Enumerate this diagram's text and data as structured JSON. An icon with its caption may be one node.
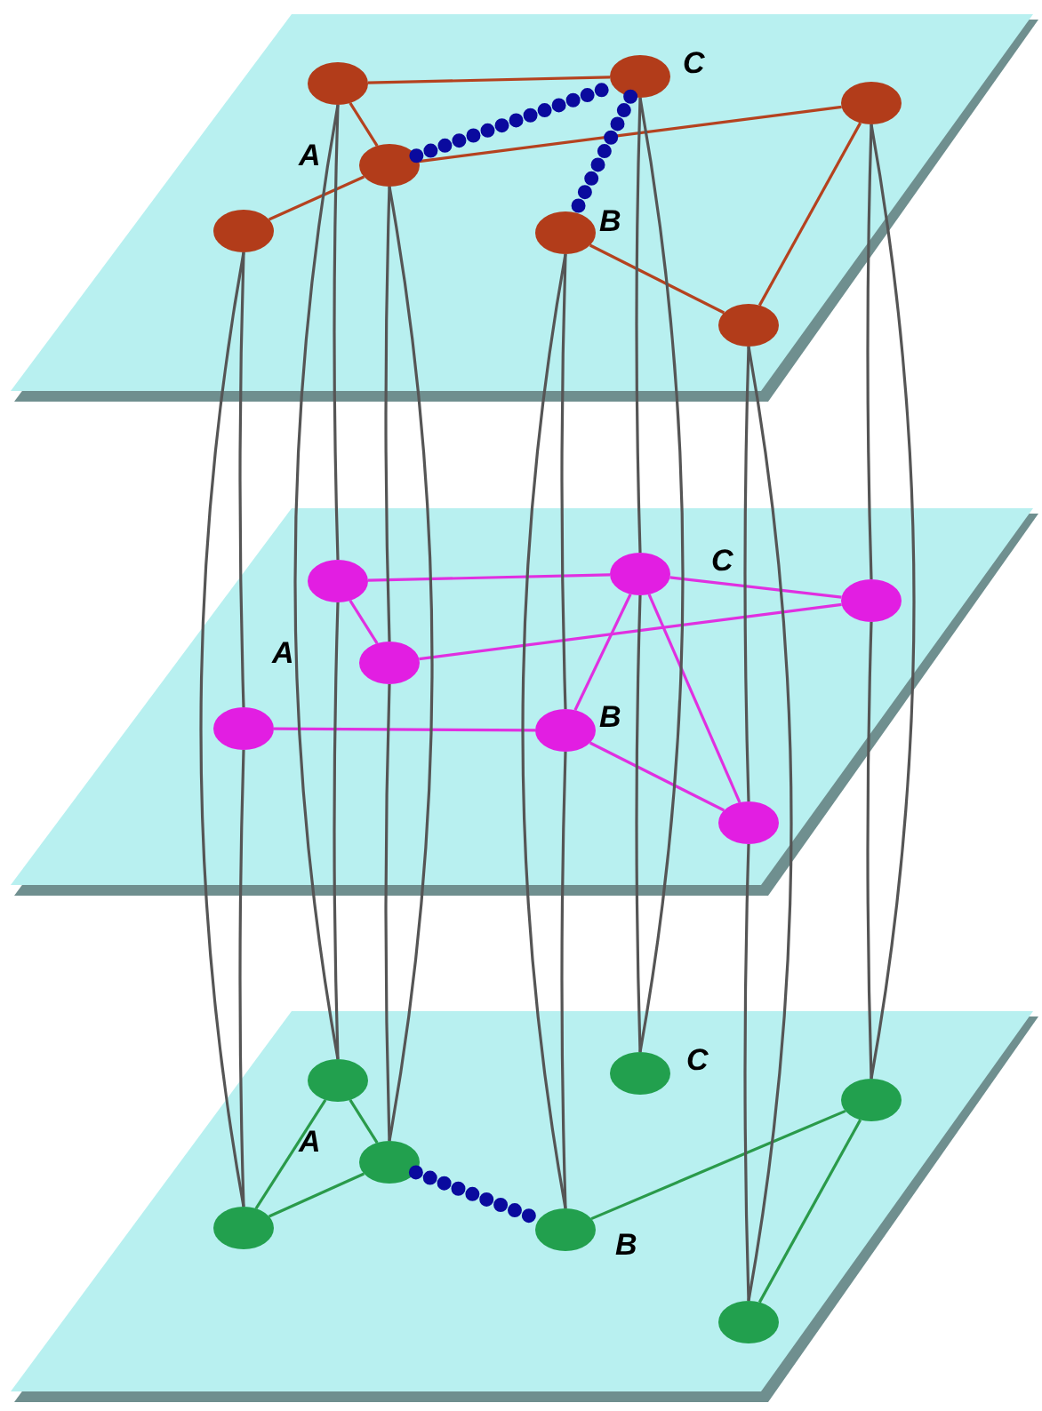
{
  "diagram": {
    "nodes": [
      {
        "text": [],
        "shape": "box"
      },
      {
        "text": [],
        "shape": "ellipse",
        "in": 0
      },
      {
        "text": [],
        "shape": "ellipse",
        "in": 0,
        "beside": [
          "C"
        ]
      },
      {
        "text": [],
        "shape": "ellipse",
        "in": 0
      },
      {
        "text": [],
        "shape": "ellipse",
        "in": 0,
        "beside": [
          "A"
        ]
      },
      {
        "text": [],
        "shape": "ellipse",
        "in": 0
      },
      {
        "text": [],
        "shape": "ellipse",
        "in": 0,
        "beside": [
          "B"
        ]
      },
      {
        "text": [],
        "shape": "ellipse",
        "in": 0
      },
      {
        "text": [],
        "shape": "box"
      },
      {
        "text": [],
        "shape": "ellipse",
        "in": 8
      },
      {
        "text": [],
        "shape": "ellipse",
        "in": 8,
        "beside": [
          "C"
        ]
      },
      {
        "text": [],
        "shape": "ellipse",
        "in": 8
      },
      {
        "text": [],
        "shape": "ellipse",
        "in": 8,
        "beside": [
          "A"
        ]
      },
      {
        "text": [],
        "shape": "ellipse",
        "in": 8
      },
      {
        "text": [],
        "shape": "ellipse",
        "in": 8,
        "beside": [
          "B"
        ]
      },
      {
        "text": [],
        "shape": "ellipse",
        "in": 8
      },
      {
        "text": [],
        "shape": "box"
      },
      {
        "text": [],
        "shape": "ellipse",
        "in": 16
      },
      {
        "text": [],
        "shape": "ellipse",
        "in": 16,
        "beside": [
          "C"
        ]
      },
      {
        "text": [],
        "shape": "ellipse",
        "in": 16
      },
      {
        "text": [],
        "shape": "ellipse",
        "in": 16,
        "beside": [
          "A"
        ]
      },
      {
        "text": [],
        "shape": "ellipse",
        "in": 16
      },
      {
        "text": [],
        "shape": "ellipse",
        "in": 16,
        "beside": [
          "B"
        ]
      },
      {
        "text": [],
        "shape": "ellipse",
        "in": 16
      }
    ],
    "edges": [
      {
        "from": 1,
        "to": 2,
        "arrow": "none",
        "color": "#b5421f"
      },
      {
        "from": 1,
        "to": 4,
        "arrow": "none",
        "color": "#b5421f"
      },
      {
        "from": 4,
        "to": 3,
        "arrow": "none",
        "color": "#b5421f"
      },
      {
        "from": 4,
        "to": 5,
        "arrow": "none",
        "color": "#b5421f"
      },
      {
        "from": 6,
        "to": 7,
        "arrow": "none",
        "color": "#b5421f"
      },
      {
        "from": 7,
        "to": 3,
        "arrow": "none",
        "color": "#b5421f"
      },
      {
        "from": 4,
        "to": 2,
        "arrow": "none",
        "style": "dashed",
        "color": "#0a0a9e"
      },
      {
        "from": 2,
        "to": 6,
        "arrow": "none",
        "style": "dashed",
        "color": "#0a0a9e"
      },
      {
        "from": 9,
        "to": 10,
        "arrow": "none",
        "color": "#e030e0"
      },
      {
        "from": 9,
        "to": 12,
        "arrow": "none",
        "color": "#e030e0"
      },
      {
        "from": 10,
        "to": 11,
        "arrow": "none",
        "color": "#e030e0"
      },
      {
        "from": 12,
        "to": 11,
        "arrow": "none",
        "color": "#e030e0"
      },
      {
        "from": 10,
        "to": 14,
        "arrow": "none",
        "color": "#e030e0"
      },
      {
        "from": 10,
        "to": 15,
        "arrow": "none",
        "color": "#e030e0"
      },
      {
        "from": 13,
        "to": 14,
        "arrow": "none",
        "color": "#e030e0"
      },
      {
        "from": 14,
        "to": 15,
        "arrow": "none",
        "color": "#e030e0"
      },
      {
        "from": 17,
        "to": 20,
        "arrow": "none",
        "color": "#2a9a4a"
      },
      {
        "from": 17,
        "to": 21,
        "arrow": "none",
        "color": "#2a9a4a"
      },
      {
        "from": 21,
        "to": 20,
        "arrow": "none",
        "color": "#2a9a4a"
      },
      {
        "from": 20,
        "to": 22,
        "arrow": "none",
        "style": "dashed",
        "color": "#0a0a9e"
      },
      {
        "from": 22,
        "to": 19,
        "arrow": "none",
        "color": "#2a9a4a"
      },
      {
        "from": 19,
        "to": 23,
        "arrow": "none",
        "color": "#2a9a4a"
      },
      {
        "from": 1,
        "to": 9,
        "arrow": "none"
      },
      {
        "from": 9,
        "to": 17,
        "arrow": "none"
      },
      {
        "from": 1,
        "to": 17,
        "arrow": "none"
      },
      {
        "from": 2,
        "to": 10,
        "arrow": "none"
      },
      {
        "from": 10,
        "to": 18,
        "arrow": "none"
      },
      {
        "from": 2,
        "to": 18,
        "arrow": "none"
      },
      {
        "from": 3,
        "to": 11,
        "arrow": "none"
      },
      {
        "from": 11,
        "to": 19,
        "arrow": "none"
      },
      {
        "from": 3,
        "to": 19,
        "arrow": "none"
      },
      {
        "from": 4,
        "to": 12,
        "arrow": "none"
      },
      {
        "from": 12,
        "to": 20,
        "arrow": "none"
      },
      {
        "from": 4,
        "to": 20,
        "arrow": "none"
      },
      {
        "from": 5,
        "to": 13,
        "arrow": "none"
      },
      {
        "from": 13,
        "to": 21,
        "arrow": "none"
      },
      {
        "from": 5,
        "to": 21,
        "arrow": "none"
      },
      {
        "from": 6,
        "to": 14,
        "arrow": "none"
      },
      {
        "from": 14,
        "to": 22,
        "arrow": "none"
      },
      {
        "from": 6,
        "to": 22,
        "arrow": "none"
      },
      {
        "from": 7,
        "to": 15,
        "arrow": "none"
      },
      {
        "from": 15,
        "to": 23,
        "arrow": "none"
      },
      {
        "from": 7,
        "to": 23,
        "arrow": "none"
      }
    ]
  }
}
